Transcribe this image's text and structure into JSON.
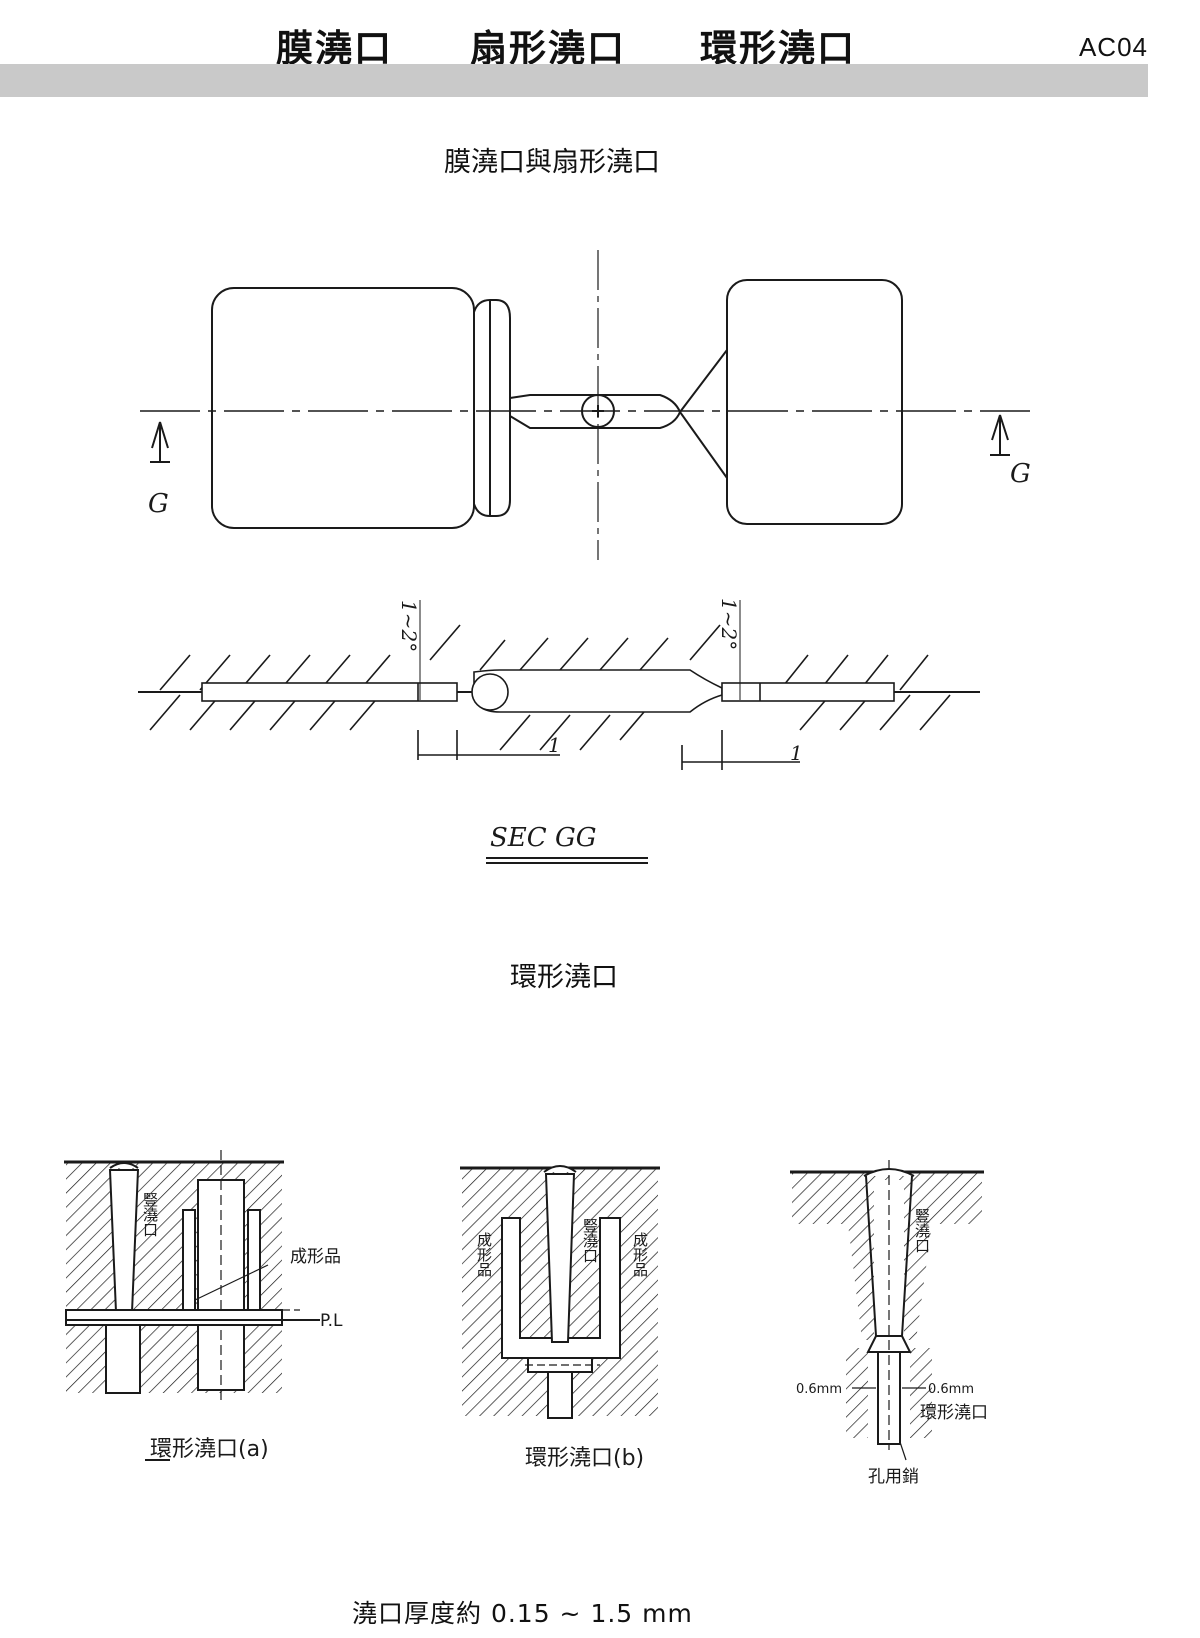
{
  "header": {
    "titles": [
      "膜澆口",
      "扇形澆口",
      "環形澆口"
    ],
    "code": "AC04"
  },
  "section1": {
    "title": "膜澆口與扇形澆口",
    "top_view": {
      "section_mark_left": "G",
      "section_mark_right": "G"
    },
    "section_view": {
      "angle_left": "1~2°",
      "angle_right": "1~2°",
      "dim_left": "1",
      "dim_right": "1",
      "caption": "SEC GG"
    }
  },
  "section2": {
    "title": "環形澆口",
    "figure_a": {
      "vertical_label": "豎澆口",
      "product_label": "成形品",
      "parting_label": "P.L",
      "caption": "環形澆口(a)"
    },
    "figure_b": {
      "left_label": "成形品",
      "center_label": "豎澆口",
      "right_label": "成形品",
      "caption": "環形澆口(b)"
    },
    "figure_c": {
      "vertical_label": "豎澆口",
      "dim_left": "0.6mm",
      "dim_right": "0.6mm",
      "ring_label": "環形澆口",
      "pin_label": "孔用銷"
    }
  },
  "footer_note": "澆口厚度約 0.15 ~ 1.5 mm"
}
